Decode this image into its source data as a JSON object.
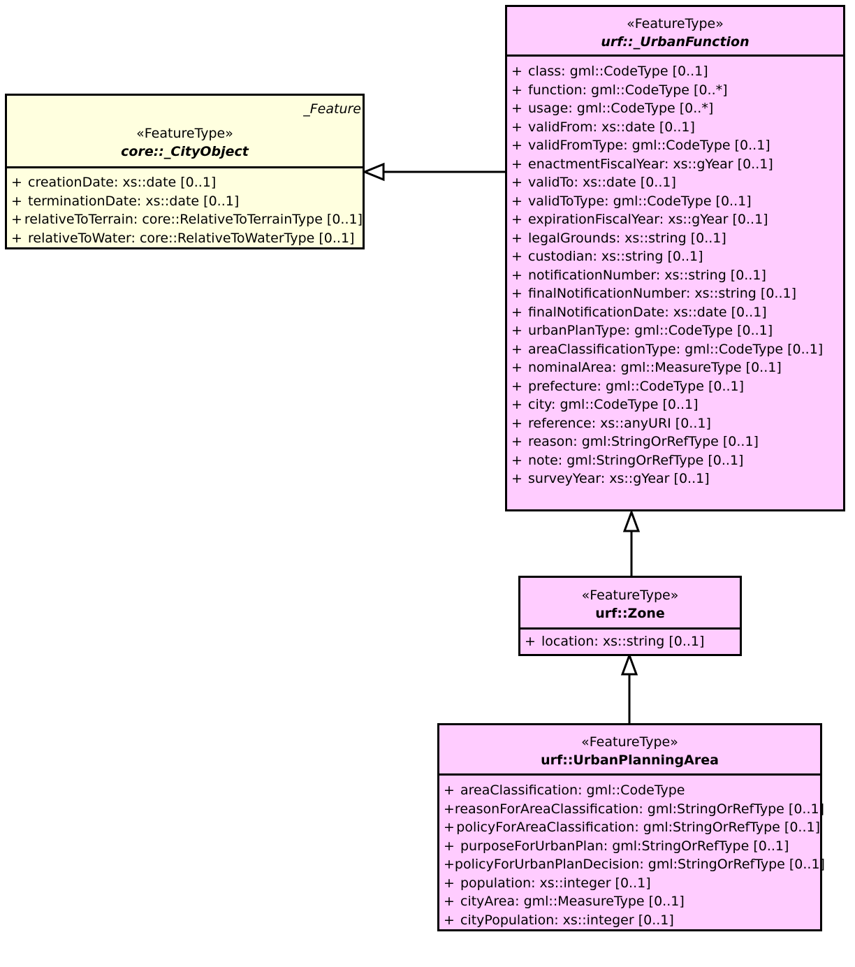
{
  "classes": {
    "city_object": {
      "abstract_label": "_Feature",
      "stereotype": "«FeatureType»",
      "name": "core::_CityObject",
      "attributes": [
        {
          "vis": "+",
          "text": "creationDate: xs::date [0..1]"
        },
        {
          "vis": "+",
          "text": "terminationDate: xs::date [0..1]"
        },
        {
          "vis": "+",
          "text": "relativeToTerrain: core::RelativeToTerrainType [0..1]"
        },
        {
          "vis": "+",
          "text": "relativeToWater: core::RelativeToWaterType [0..1]"
        }
      ]
    },
    "urban_function": {
      "stereotype": "«FeatureType»",
      "name": "urf::_UrbanFunction",
      "attributes": [
        {
          "vis": "+",
          "text": "class: gml::CodeType [0..1]"
        },
        {
          "vis": "+",
          "text": "function: gml::CodeType [0..*]"
        },
        {
          "vis": "+",
          "text": "usage: gml::CodeType [0..*]"
        },
        {
          "vis": "+",
          "text": "validFrom: xs::date [0..1]"
        },
        {
          "vis": "+",
          "text": "validFromType: gml::CodeType [0..1]"
        },
        {
          "vis": "+",
          "text": "enactmentFiscalYear: xs::gYear [0..1]"
        },
        {
          "vis": "+",
          "text": "validTo: xs::date [0..1]"
        },
        {
          "vis": "+",
          "text": "validToType: gml::CodeType [0..1]"
        },
        {
          "vis": "+",
          "text": "expirationFiscalYear: xs::gYear [0..1]"
        },
        {
          "vis": "+",
          "text": "legalGrounds: xs::string [0..1]"
        },
        {
          "vis": "+",
          "text": "custodian: xs::string [0..1]"
        },
        {
          "vis": "+",
          "text": "notificationNumber: xs::string [0..1]"
        },
        {
          "vis": "+",
          "text": "finalNotificationNumber: xs::string [0..1]"
        },
        {
          "vis": "+",
          "text": "finalNotificationDate: xs::date [0..1]"
        },
        {
          "vis": "+",
          "text": "urbanPlanType: gml::CodeType [0..1]"
        },
        {
          "vis": "+",
          "text": "areaClassificationType: gml::CodeType [0..1]"
        },
        {
          "vis": "+",
          "text": "nominalArea: gml::MeasureType [0..1]"
        },
        {
          "vis": "+",
          "text": "prefecture: gml::CodeType [0..1]"
        },
        {
          "vis": "+",
          "text": "city: gml::CodeType [0..1]"
        },
        {
          "vis": "+",
          "text": "reference: xs::anyURI [0..1]"
        },
        {
          "vis": "+",
          "text": "reason: gml:StringOrRefType [0..1]"
        },
        {
          "vis": "+",
          "text": "note: gml:StringOrRefType [0..1]"
        },
        {
          "vis": "+",
          "text": "surveyYear: xs::gYear [0..1]"
        }
      ]
    },
    "zone": {
      "stereotype": "«FeatureType»",
      "name": "urf::Zone",
      "attributes": [
        {
          "vis": "+",
          "text": "location: xs::string [0..1]"
        }
      ]
    },
    "urban_planning_area": {
      "stereotype": "«FeatureType»",
      "name": "urf::UrbanPlanningArea",
      "attributes": [
        {
          "vis": "+",
          "text": "areaClassification: gml::CodeType"
        },
        {
          "vis": "+",
          "text": "reasonForAreaClassification: gml:StringOrRefType [0..1]"
        },
        {
          "vis": "+",
          "text": "policyForAreaClassification: gml:StringOrRefType [0..1]"
        },
        {
          "vis": "+",
          "text": "purposeForUrbanPlan: gml:StringOrRefType [0..1]"
        },
        {
          "vis": "+",
          "text": "policyForUrbanPlanDecision: gml:StringOrRefType [0..1]"
        },
        {
          "vis": "+",
          "text": "population: xs::integer [0..1]"
        },
        {
          "vis": "+",
          "text": "cityArea: gml::MeasureType [0..1]"
        },
        {
          "vis": "+",
          "text": "cityPopulation: xs::integer [0..1]"
        }
      ]
    }
  },
  "relations": [
    {
      "type": "generalization",
      "from": "urf::_UrbanFunction",
      "to": "core::_CityObject"
    },
    {
      "type": "generalization",
      "from": "urf::Zone",
      "to": "urf::_UrbanFunction"
    },
    {
      "type": "generalization",
      "from": "urf::UrbanPlanningArea",
      "to": "urf::Zone"
    }
  ]
}
